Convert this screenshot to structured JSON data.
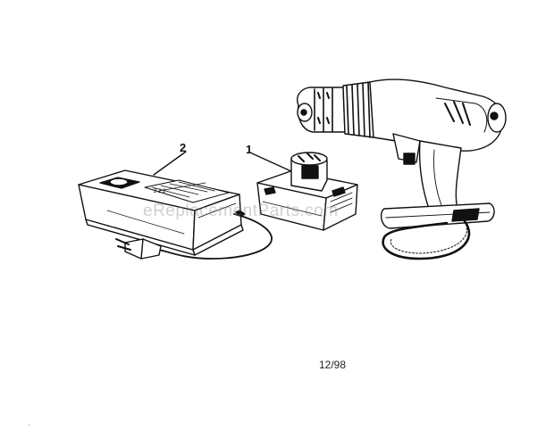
{
  "callouts": {
    "battery_number": "1",
    "charger_number": "2"
  },
  "watermark_text": "eReplacementParts.com",
  "date_code": "12/98",
  "corner_mark": "·",
  "icons": {
    "drill": "cordless-drill-illustration",
    "battery": "battery-pack-illustration",
    "charger": "charger-base-illustration",
    "cord": "power-cord-plug-illustration"
  },
  "colors": {
    "line": "#111111",
    "background": "#ffffff"
  }
}
